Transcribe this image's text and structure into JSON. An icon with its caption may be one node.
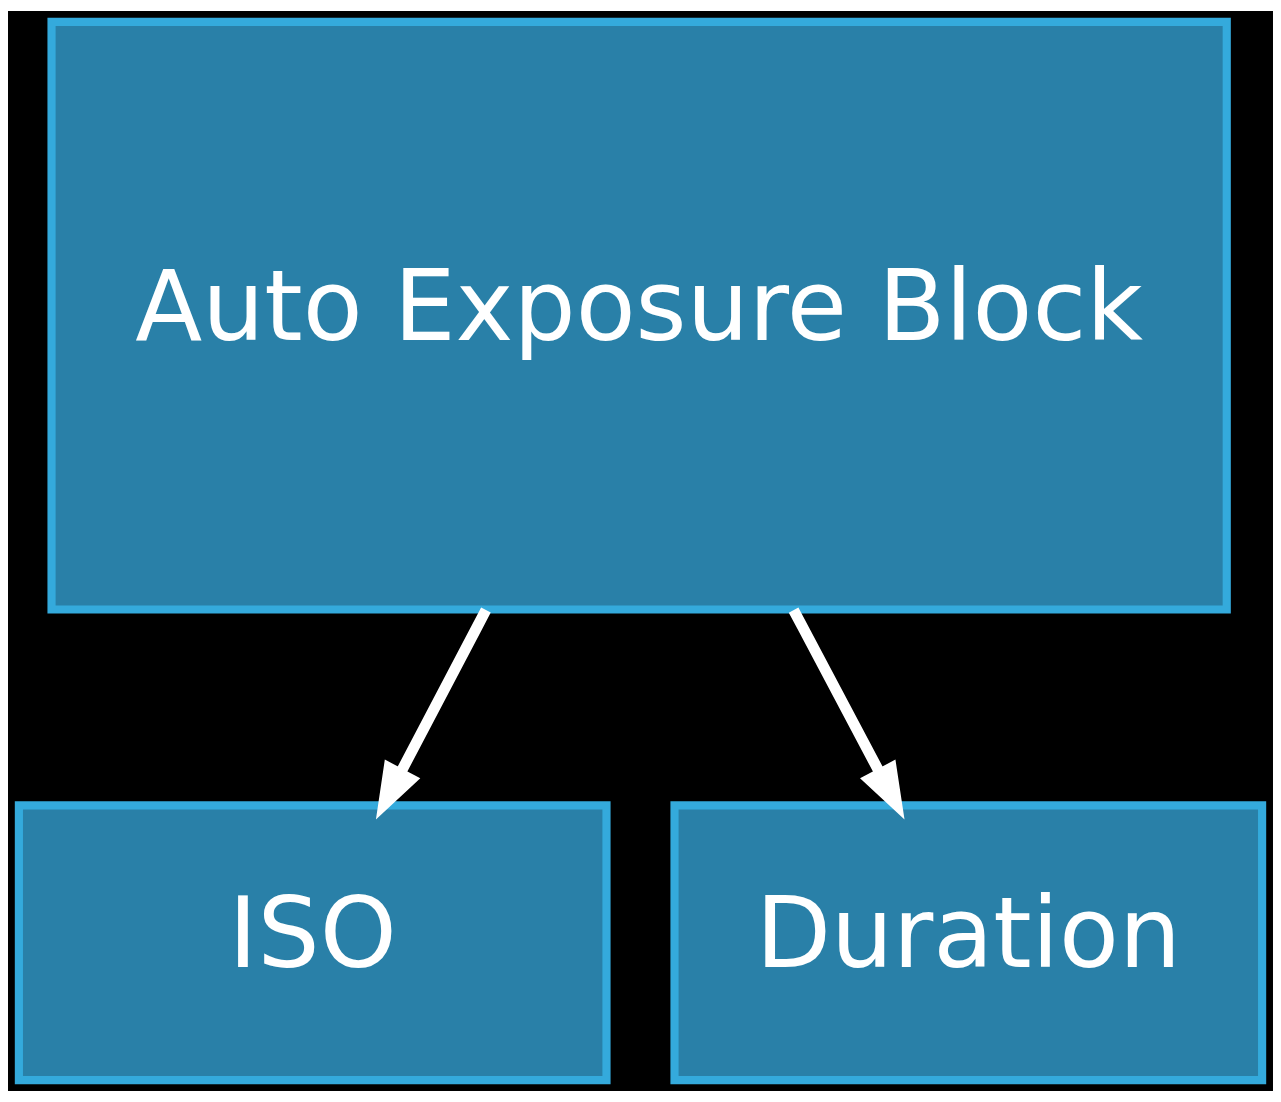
{
  "diagram": {
    "nodes": [
      {
        "text": [
          "Auto Exposure Block"
        ]
      },
      {
        "text": [
          "ISO"
        ]
      },
      {
        "text": [
          "Duration"
        ]
      }
    ],
    "edges": [
      {
        "from": 0,
        "to": 1,
        "arrow": "to"
      },
      {
        "from": 0,
        "to": 2,
        "arrow": "to"
      }
    ]
  }
}
